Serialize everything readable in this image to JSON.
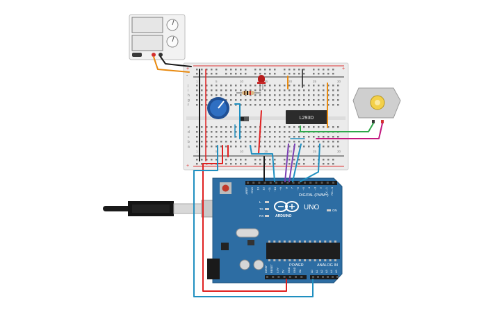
{
  "app": {
    "canvas_background": "#ffffff"
  },
  "power_supply": {
    "name": "DC power supply",
    "display_top": "",
    "display_bottom": ""
  },
  "breadboard": {
    "row_letters_top": [
      "j",
      "i",
      "h",
      "g",
      "f"
    ],
    "row_letters_bottom": [
      "e",
      "d",
      "c",
      "b",
      "a"
    ],
    "column_numbers": [
      "1",
      "5",
      "10",
      "15",
      "20",
      "25",
      "30"
    ],
    "rail_plus": "+",
    "rail_minus": "-"
  },
  "driver_chip": {
    "label": "L293D"
  },
  "arduino": {
    "board_name": "UNO",
    "brand": "ARDUINO",
    "digital_label": "DIGITAL (PWM~)",
    "power_label": "POWER",
    "analog_label": "ANALOG IN",
    "on_label": "ON",
    "led_labels": [
      "L",
      "TX",
      "RX"
    ],
    "top_pins": [
      "AREF",
      "GND",
      "13",
      "12",
      "~11",
      "~10",
      "~9",
      "8",
      "7",
      "~6",
      "~5",
      "4",
      "~3",
      "2",
      "TX→1",
      "RX←0"
    ],
    "power_pins": [
      "IOREF",
      "RESET",
      "3.3V",
      "5V",
      "GND",
      "GND",
      "Vin"
    ],
    "analog_pins": [
      "A0",
      "A1",
      "A2",
      "A3",
      "A4",
      "A5"
    ]
  },
  "motor": {
    "name": "DC motor"
  },
  "colors": {
    "wire_red": "#e02020",
    "wire_black": "#1a1a1a",
    "wire_blue": "#1f8fc0",
    "wire_orange": "#e88a10",
    "wire_green": "#2ea84a",
    "wire_magenta": "#c2187f",
    "wire_purple": "#7b3fb3",
    "board_blue": "#2d6da3",
    "breadboard": "#e9e9e9"
  }
}
